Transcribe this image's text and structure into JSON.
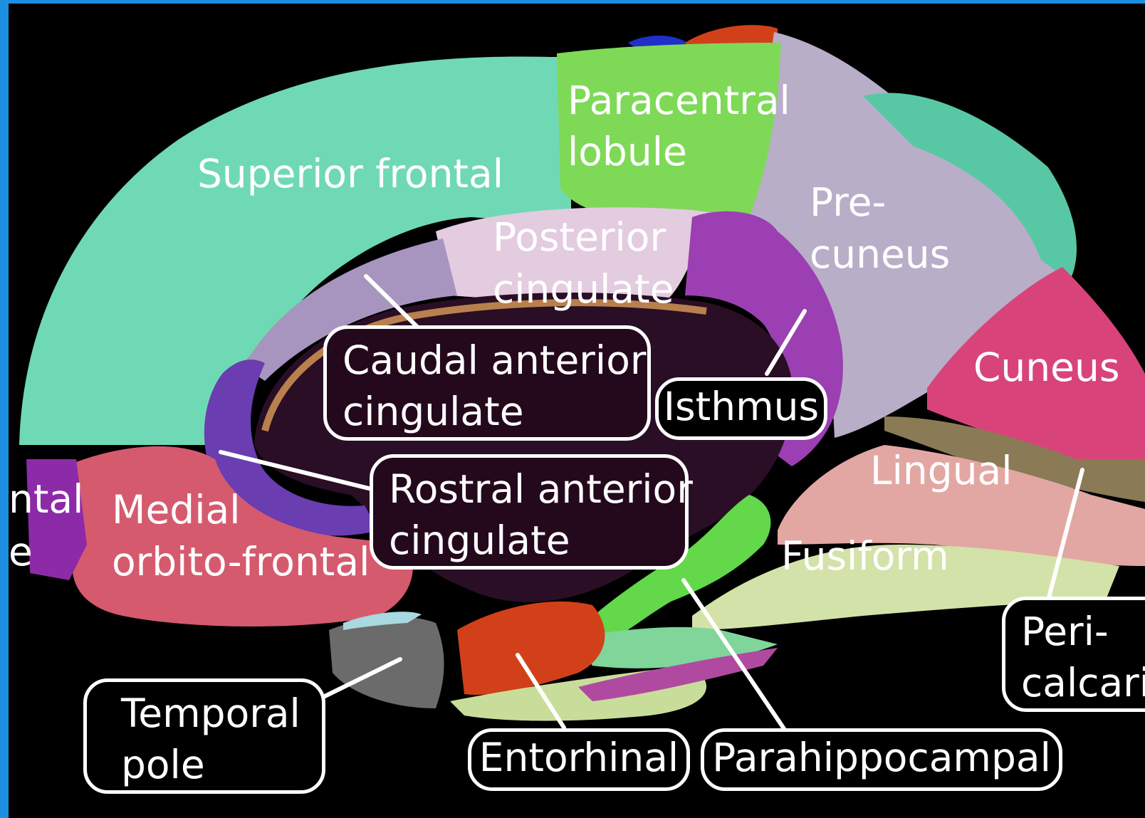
{
  "colors": {
    "background": "#000000",
    "frame": "#1e8fe0",
    "superior_frontal": "#6fd9b5",
    "paracentral": "#7ed957",
    "precuneus": "#b8aec8",
    "posterior_cingulate": "#e3cbe0",
    "caudal_anterior_cingulate": "#a895bf",
    "rostral_anterior_cingulate": "#6a3db0",
    "isthmus": "#9b3fb2",
    "medial_orbitofrontal": "#d55a6e",
    "cuneus": "#d8447a",
    "pericalcarine": "#8a7a55",
    "lingual": "#e2a7a3",
    "fusiform": "#d3e2a8",
    "parahippocampal": "#62d84a",
    "entorhinal": "#d2401a",
    "temporal_pole": "#6b6b6b",
    "corpus_callosum": "#2a0e25",
    "label_box": "#ffffff"
  },
  "labels": {
    "partial_left_top": "ntal",
    "partial_left_bottom": "e",
    "superior_frontal": "Superior frontal",
    "paracentral": [
      "Paracentral",
      "lobule"
    ],
    "precuneus": [
      "Pre-",
      "cuneus"
    ],
    "posterior_cingulate": [
      "Posterior",
      "cingulate"
    ],
    "caudal_anterior_cingulate": [
      "Caudal anterior",
      "cingulate"
    ],
    "isthmus": "Isthmus",
    "rostral_anterior_cingulate": [
      "Rostral anterior",
      "cingulate"
    ],
    "medial_orbitofrontal": [
      "Medial",
      "orbito-frontal"
    ],
    "cuneus": "Cuneus",
    "lingual": "Lingual",
    "fusiform": "Fusiform",
    "pericalcarine": [
      "Peri-",
      "calcari"
    ],
    "temporal_pole": [
      "Temporal",
      "pole"
    ],
    "entorhinal": "Entorhinal",
    "parahippocampal": "Parahippocampal"
  }
}
